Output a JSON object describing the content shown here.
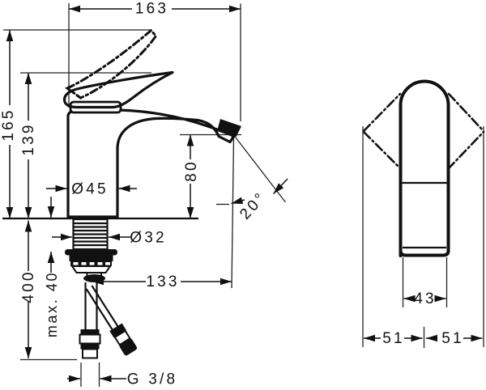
{
  "drawing_type": "faucet-installation-dimension-drawing",
  "colors": {
    "line": "#111111",
    "background": "#ffffff"
  },
  "front_view": {
    "dims": {
      "total_reach": "163",
      "height_handle_raised": "165",
      "height_handle": "139",
      "spout_height": "80",
      "body_diameter": "Ø45",
      "shank_diameter": "Ø32",
      "spout_reach": "133",
      "max_counter_thickness": "max. 40",
      "hose_length": "400",
      "spray_angle": "20°",
      "connection_thread": "G 3/8"
    }
  },
  "side_view": {
    "dims": {
      "body_width": "43",
      "clearance_left": "51",
      "clearance_right": "51"
    }
  }
}
